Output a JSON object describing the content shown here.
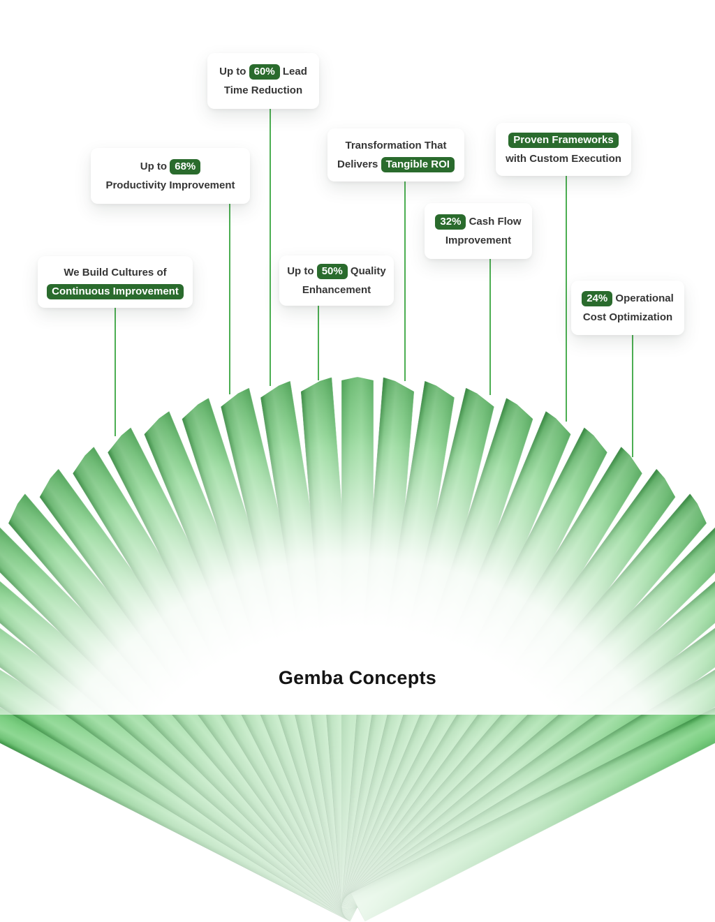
{
  "title": {
    "text": "Gemba Concepts"
  },
  "colors": {
    "badge_green": "#2a6b2d",
    "line_green": "#4cae52",
    "blade_green": "#7ccd82",
    "blade_dark_green": "#3f9149",
    "text_dark": "#363636",
    "title_dark": "#141414",
    "card_bg": "#ffffff"
  },
  "fan": {
    "blade_count": 29,
    "angle_start_deg": -63,
    "angle_step_deg": 4.5,
    "description": "radial fan of 3D green slabs fading to white toward hub"
  },
  "cards": [
    {
      "id": "lead-time",
      "line1": [
        {
          "text": "Up to"
        },
        {
          "badge": "60%"
        },
        {
          "text": "Lead"
        }
      ],
      "line2": [
        {
          "text": "Time Reduction"
        }
      ]
    },
    {
      "id": "productivity",
      "line1": [
        {
          "text": "Up to"
        },
        {
          "badge": "68%"
        }
      ],
      "line2": [
        {
          "text": "Productivity Improvement"
        }
      ]
    },
    {
      "id": "cultures",
      "line1": [
        {
          "text": "We Build Cultures of"
        }
      ],
      "line2": [
        {
          "badge": "Continuous Improvement"
        }
      ]
    },
    {
      "id": "quality",
      "line1": [
        {
          "text": "Up to"
        },
        {
          "badge": "50%"
        },
        {
          "text": "Quality"
        }
      ],
      "line2": [
        {
          "text": "Enhancement"
        }
      ]
    },
    {
      "id": "roi",
      "line1": [
        {
          "text": "Transformation That"
        }
      ],
      "line2": [
        {
          "text": "Delivers"
        },
        {
          "badge": "Tangible ROI"
        }
      ]
    },
    {
      "id": "cashflow",
      "line1": [
        {
          "badge": "32%"
        },
        {
          "text": "Cash Flow"
        }
      ],
      "line2": [
        {
          "text": "Improvement"
        }
      ]
    },
    {
      "id": "frameworks",
      "line1": [
        {
          "badge": "Proven Frameworks"
        }
      ],
      "line2": [
        {
          "text": "with Custom Execution"
        }
      ]
    },
    {
      "id": "cost",
      "line1": [
        {
          "badge": "24%"
        },
        {
          "text": "Operational"
        }
      ],
      "line2": [
        {
          "text": "Cost Optimization"
        }
      ]
    }
  ]
}
